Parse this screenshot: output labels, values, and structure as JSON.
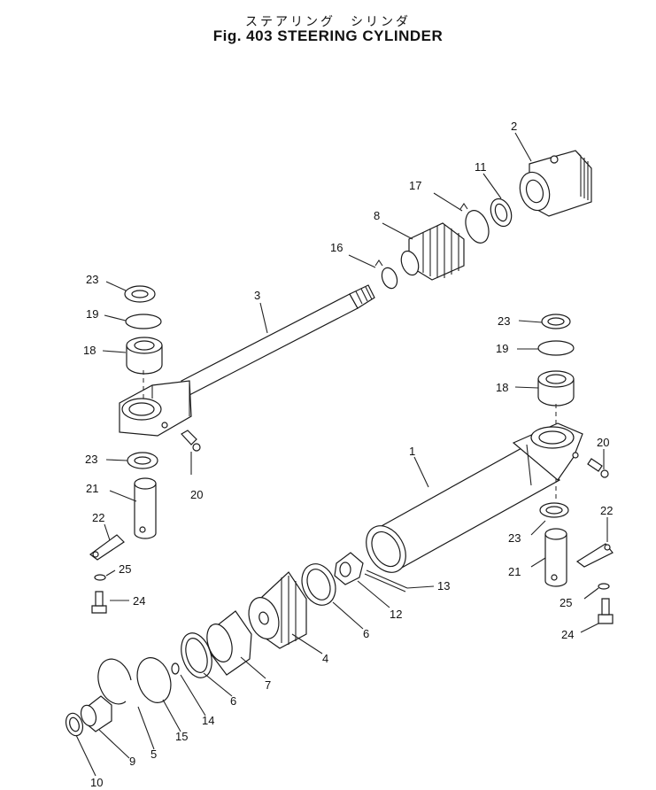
{
  "title": {
    "japanese": "ステアリング　シリンダ",
    "english": "Fig. 403  STEERING  CYLINDER"
  },
  "callouts": [
    {
      "id": "c2",
      "label": "2"
    },
    {
      "id": "c11",
      "label": "11"
    },
    {
      "id": "c17",
      "label": "17"
    },
    {
      "id": "c8",
      "label": "8"
    },
    {
      "id": "c16",
      "label": "16"
    },
    {
      "id": "c3",
      "label": "3"
    },
    {
      "id": "c23a",
      "label": "23"
    },
    {
      "id": "c19a",
      "label": "19"
    },
    {
      "id": "c18a",
      "label": "18"
    },
    {
      "id": "c23b",
      "label": "23"
    },
    {
      "id": "c20a",
      "label": "20"
    },
    {
      "id": "c21a",
      "label": "21"
    },
    {
      "id": "c22a",
      "label": "22"
    },
    {
      "id": "c25a",
      "label": "25"
    },
    {
      "id": "c24a",
      "label": "24"
    },
    {
      "id": "c23c",
      "label": "23"
    },
    {
      "id": "c19b",
      "label": "19"
    },
    {
      "id": "c18b",
      "label": "18"
    },
    {
      "id": "c20b",
      "label": "20"
    },
    {
      "id": "c1",
      "label": "1"
    },
    {
      "id": "c22b",
      "label": "22"
    },
    {
      "id": "c23d",
      "label": "23"
    },
    {
      "id": "c21b",
      "label": "21"
    },
    {
      "id": "c25b",
      "label": "25"
    },
    {
      "id": "c24b",
      "label": "24"
    },
    {
      "id": "c13",
      "label": "13"
    },
    {
      "id": "c12",
      "label": "12"
    },
    {
      "id": "c6a",
      "label": "6"
    },
    {
      "id": "c4",
      "label": "4"
    },
    {
      "id": "c7",
      "label": "7"
    },
    {
      "id": "c6b",
      "label": "6"
    },
    {
      "id": "c14",
      "label": "14"
    },
    {
      "id": "c15",
      "label": "15"
    },
    {
      "id": "c5",
      "label": "5"
    },
    {
      "id": "c9",
      "label": "9"
    },
    {
      "id": "c10",
      "label": "10"
    }
  ]
}
